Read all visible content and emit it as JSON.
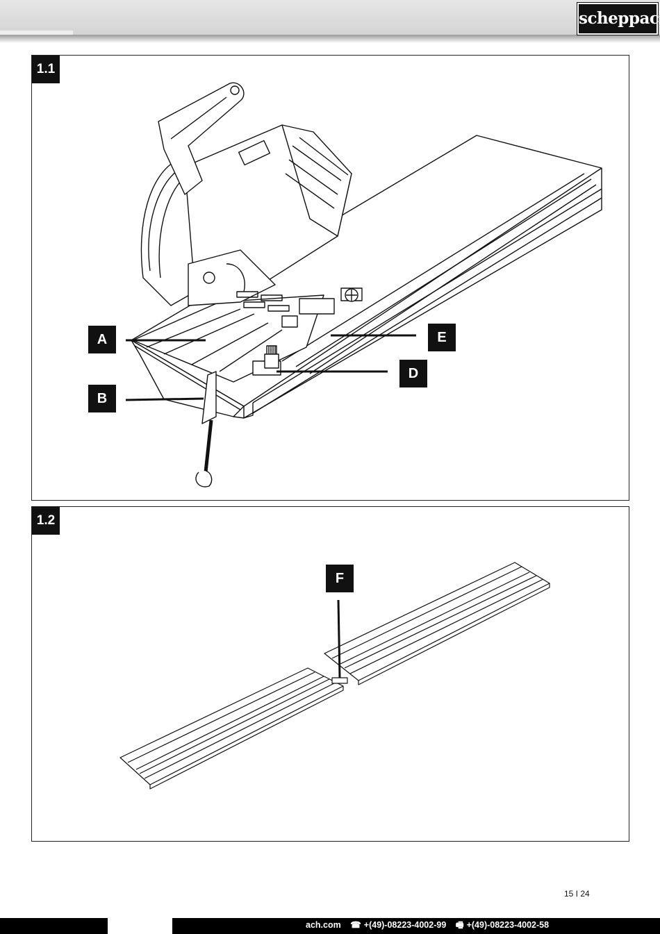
{
  "header": {
    "brand_logo": "scheppach"
  },
  "figures": [
    {
      "number": "1.1",
      "callouts": {
        "a": "A",
        "b": "B",
        "d": "D",
        "e": "E"
      }
    },
    {
      "number": "1.2",
      "callouts": {
        "f": "F"
      }
    }
  ],
  "page": {
    "number": "15 I 24"
  },
  "footer": {
    "website": "ach.com",
    "phone": "+(49)-08223-4002-99",
    "fax": "+(49)-08223-4002-58",
    "phone_icon": "telephone-icon",
    "fax_icon": "fax-icon"
  }
}
